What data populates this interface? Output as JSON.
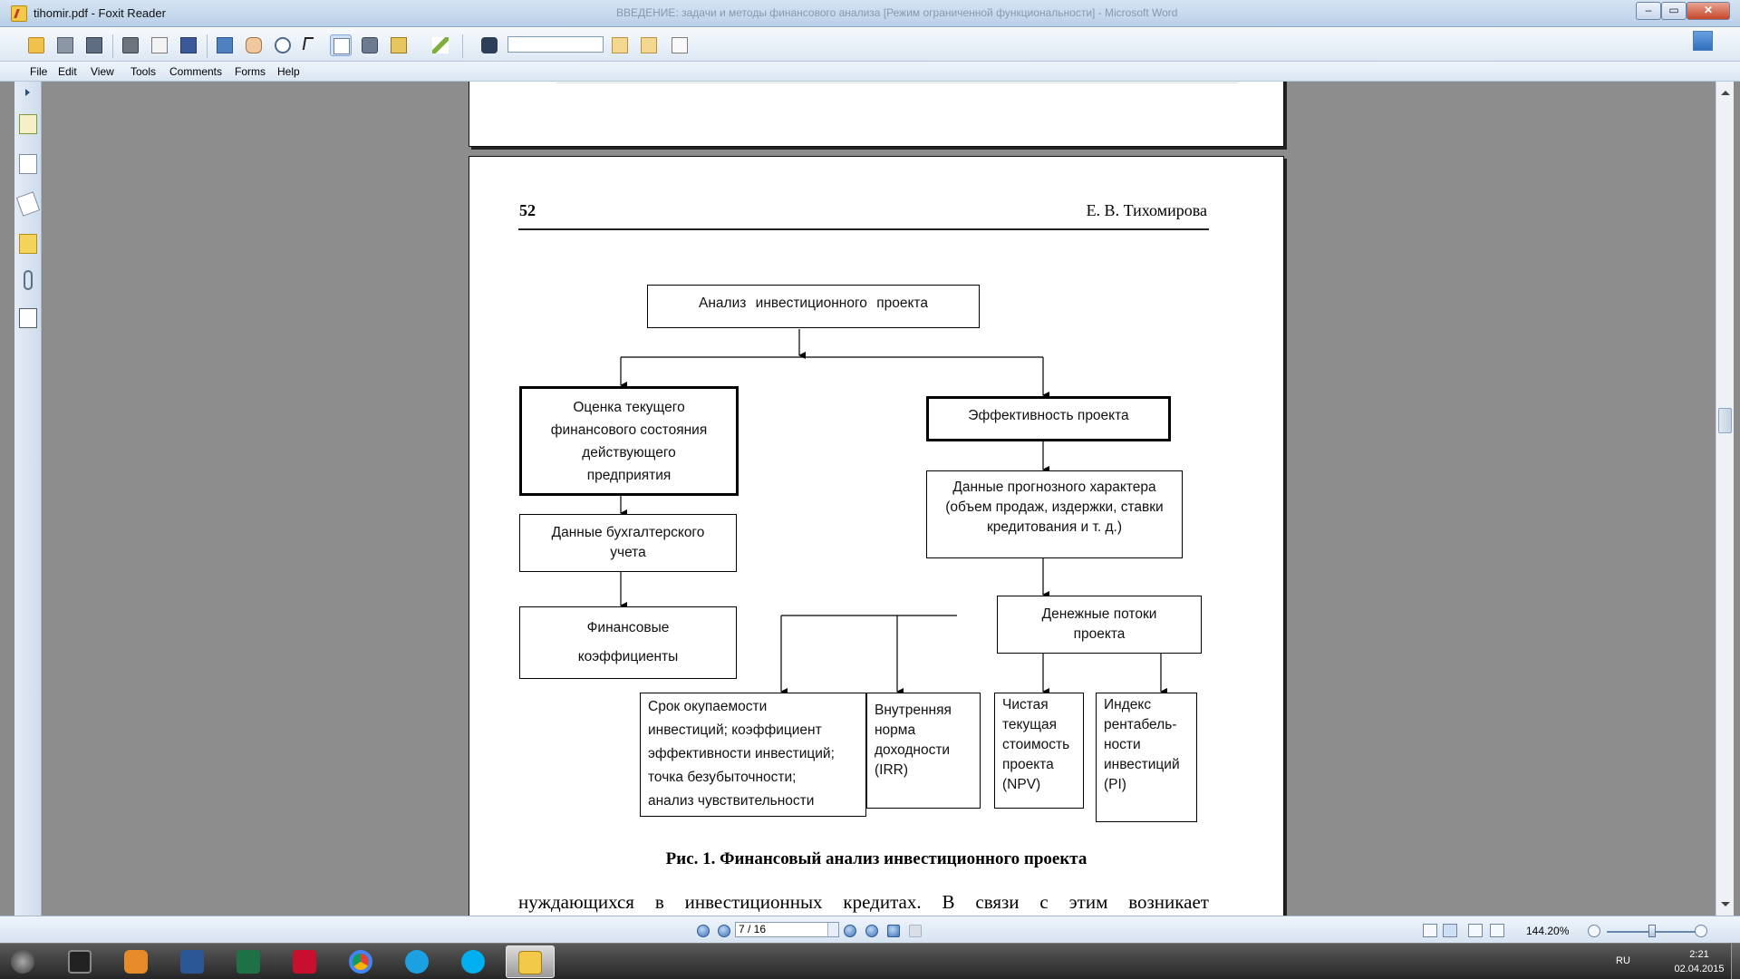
{
  "window": {
    "title": "tihomir.pdf - Foxit Reader",
    "background_title": "ВВЕДЕНИЕ: задачи и методы финансового анализа [Режим ограниченной функциональности] - Microsoft Word",
    "min_label": "–",
    "max_label": "▭",
    "close_label": "✕"
  },
  "menu": [
    "File",
    "Edit",
    "View",
    "Tools",
    "Comments",
    "Forms",
    "Help"
  ],
  "toolbar": {
    "find_placeholder": "",
    "icons": [
      "open-icon",
      "save-icon",
      "save-all-icon",
      "print-icon",
      "email-icon",
      "facebook-icon",
      "fullscreen-icon",
      "hand-tool-icon",
      "zoom-tool-icon",
      "select-tool-icon",
      "text-select-icon",
      "snapshot-icon",
      "typewriter-icon",
      "pen-icon",
      "find-icon",
      "find-prev-icon",
      "find-next-icon",
      "highlight-icon"
    ]
  },
  "page": {
    "number": "52",
    "author": "Е. В. Тихомирова",
    "caption": "Рис. 1. Финансовый анализ инвестиционного проекта",
    "body_line": "нуждающихся в инвестиционных кредитах. В связи с этим возникает"
  },
  "diagram": {
    "root": "Анализ инвестиционного проекта",
    "left_top": [
      "Оценка текущего",
      "финансового состояния",
      "действующего",
      "предприятия"
    ],
    "left_mid": [
      "Данные бухгалтерского",
      "учета"
    ],
    "left_bottom": [
      "Финансовые",
      "коэффициенты"
    ],
    "right_top": "Эффективность проекта",
    "right_mid": [
      "Данные прогнозного характера",
      "(объем продаж, издержки, ставки",
      "кредитования и т. д.)"
    ],
    "cash_flows": [
      "Денежные потоки",
      "проекта"
    ],
    "leaf1": [
      "Срок окупаемости",
      "инвестиций; коэффициент",
      "эффективности инвестиций;",
      "точка безубыточности;",
      "анализ чувствительности"
    ],
    "leaf2": [
      "Внутренняя",
      "норма",
      "доходности",
      "(IRR)"
    ],
    "leaf3": [
      "Чистая",
      "текущая",
      "стоимость",
      "проекта",
      "(NPV)"
    ],
    "leaf4": [
      "Индекс",
      "рентабель-",
      "ности",
      "инвестиций",
      "(PI)"
    ]
  },
  "status": {
    "page_field": "7 / 16",
    "zoom": "144.20%"
  },
  "tray": {
    "lang": "RU",
    "time": "2:21",
    "date": "02.04.2015"
  },
  "colors": {
    "accent": "#3f74b9",
    "taskbar": "#262626",
    "page_bg": "#ffffff",
    "desk_bg": "#8d8d8d"
  }
}
